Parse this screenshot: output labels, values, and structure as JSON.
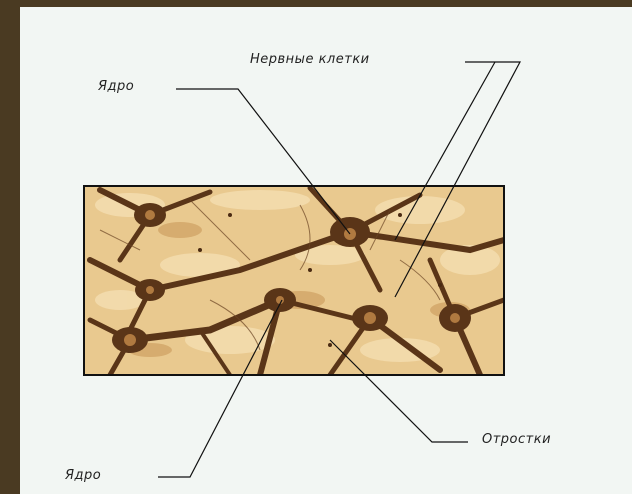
{
  "labels": {
    "nerve_cells": "Нервные клетки",
    "nucleus_top": "Ядро",
    "processes": "Отростки",
    "nucleus_bottom": "Ядро"
  },
  "colors": {
    "outer_frame": "#4a3a22",
    "panel": "#f2f6f3",
    "tissue_bg": "#e9c98f",
    "cell_body": "#5a3518",
    "pointer_line": "#111111"
  }
}
